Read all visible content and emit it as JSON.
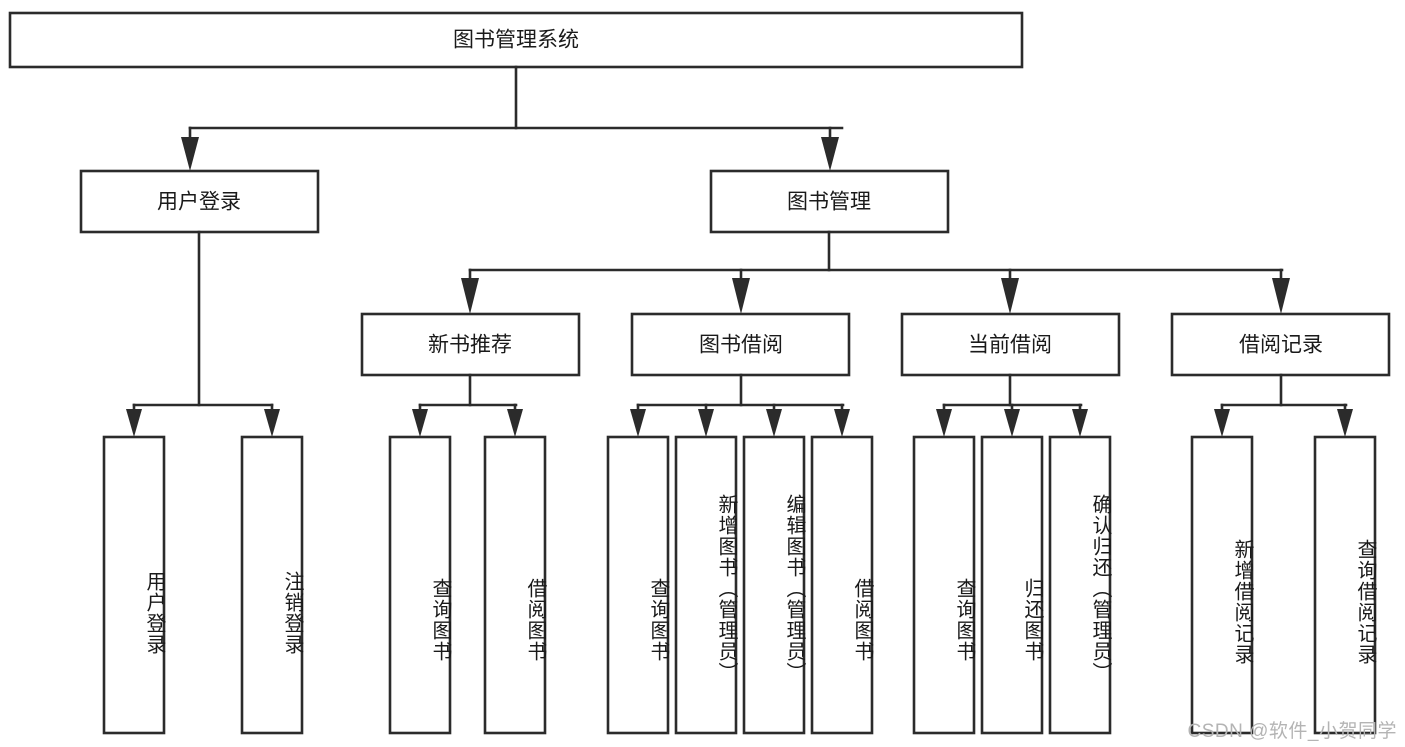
{
  "diagram": {
    "type": "tree",
    "title": "图书管理系统",
    "orientation": "top-down",
    "box_fill": "#ffffff",
    "line_color": "#2b2b2b",
    "text_color": "#1a1a1a",
    "background": "#ffffff"
  },
  "nodes": {
    "root": {
      "label": "图书管理系统"
    },
    "level2": [
      {
        "label": "用户登录"
      },
      {
        "label": "图书管理"
      }
    ],
    "level3": [
      {
        "label": "新书推荐"
      },
      {
        "label": "图书借阅"
      },
      {
        "label": "当前借阅"
      },
      {
        "label": "借阅记录"
      }
    ],
    "leaves": {
      "user_login": [
        {
          "label": "用户登录"
        },
        {
          "label": "注销登录"
        }
      ],
      "new_book_recommend": [
        {
          "label": "查询图书"
        },
        {
          "label": "借阅图书"
        }
      ],
      "book_borrow": [
        {
          "label": "查询图书"
        },
        {
          "label": "新增图书（管理员）"
        },
        {
          "label": "编辑图书（管理员）"
        },
        {
          "label": "借阅图书"
        }
      ],
      "current_borrow": [
        {
          "label": "查询图书"
        },
        {
          "label": "归还图书"
        },
        {
          "label": "确认归还（管理员）"
        }
      ],
      "borrow_record": [
        {
          "label": "新增借阅记录"
        },
        {
          "label": "查询借阅记录"
        }
      ]
    }
  },
  "watermark": {
    "text": "CSDN @软件_小贺同学",
    "color": "#b4b4b4"
  }
}
